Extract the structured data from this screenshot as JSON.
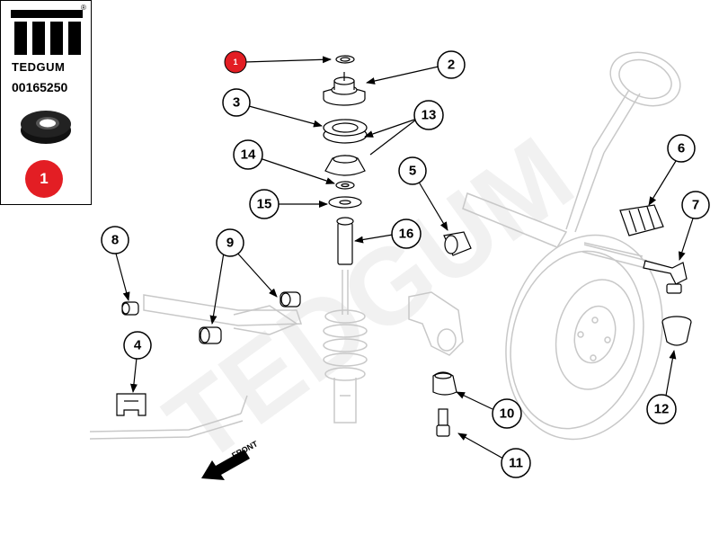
{
  "brand": {
    "name": "TEDGUM",
    "part_number": "00165250",
    "highlight_number": "1",
    "registered_mark": "®"
  },
  "front_label": "FRONT",
  "watermark": "TEDGUM",
  "colors": {
    "highlight": "#e31e24",
    "line": "#000000",
    "faint": "#c8c8c8"
  },
  "callouts": [
    {
      "id": "1",
      "highlighted": true
    },
    {
      "id": "2"
    },
    {
      "id": "3"
    },
    {
      "id": "4"
    },
    {
      "id": "5"
    },
    {
      "id": "6"
    },
    {
      "id": "7"
    },
    {
      "id": "8"
    },
    {
      "id": "9"
    },
    {
      "id": "10"
    },
    {
      "id": "11"
    },
    {
      "id": "12"
    },
    {
      "id": "13"
    },
    {
      "id": "14"
    },
    {
      "id": "15"
    },
    {
      "id": "16"
    }
  ]
}
